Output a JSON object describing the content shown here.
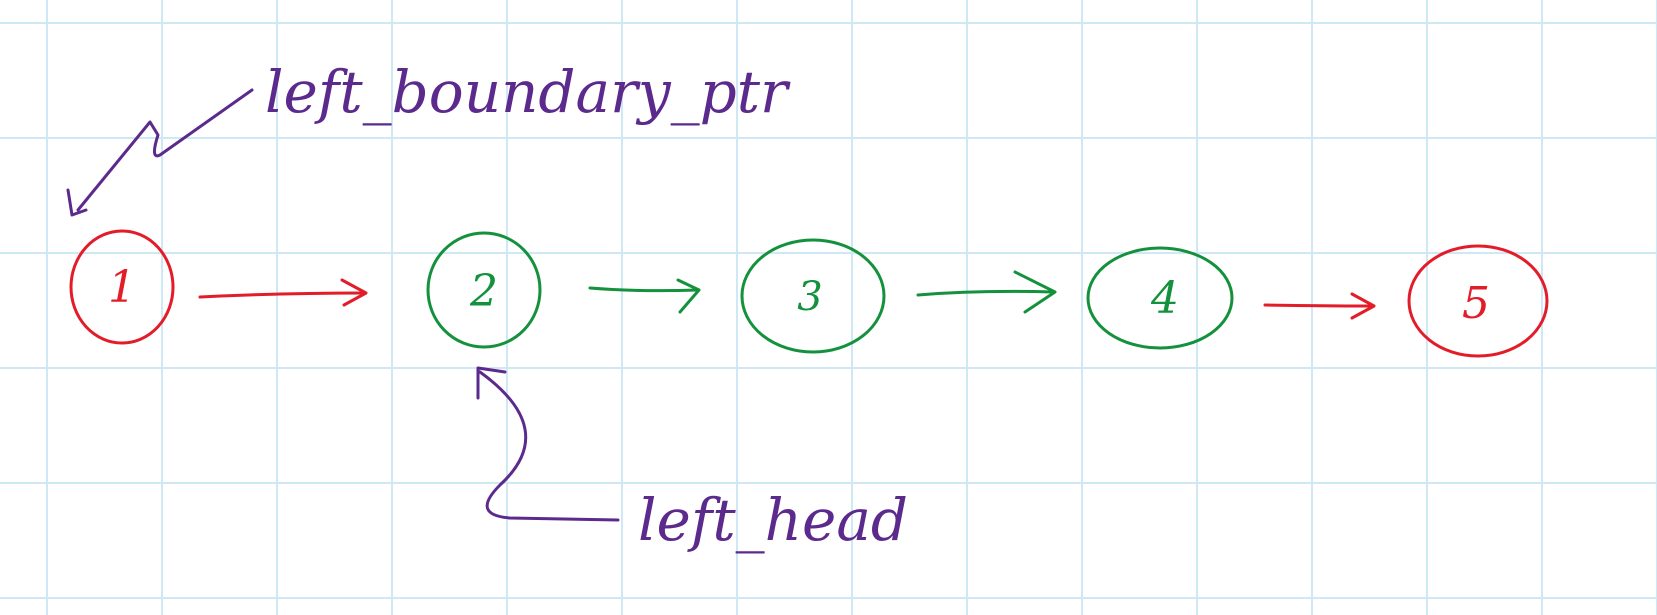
{
  "diagram": {
    "nodes": [
      {
        "id": "n1",
        "label": "1",
        "color": "#e31c2a"
      },
      {
        "id": "n2",
        "label": "2",
        "color": "#14913c"
      },
      {
        "id": "n3",
        "label": "3",
        "color": "#14913c"
      },
      {
        "id": "n4",
        "label": "4",
        "color": "#14913c"
      },
      {
        "id": "n5",
        "label": "5",
        "color": "#e31c2a"
      }
    ],
    "edges": [
      {
        "from": "1",
        "to": "2",
        "color": "#e31c2a"
      },
      {
        "from": "2",
        "to": "3",
        "color": "#14913c"
      },
      {
        "from": "3",
        "to": "4",
        "color": "#14913c"
      },
      {
        "from": "4",
        "to": "5",
        "color": "#e31c2a"
      }
    ],
    "pointers": [
      {
        "label": "left_boundary_ptr",
        "target": "1",
        "color": "#5b2a8c"
      },
      {
        "label": "left_head",
        "target": "2",
        "color": "#5b2a8c"
      }
    ]
  }
}
